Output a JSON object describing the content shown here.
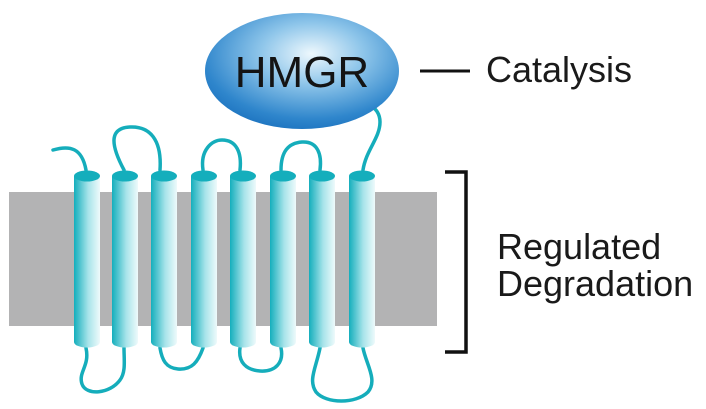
{
  "diagram": {
    "enzyme_label": "HMGR",
    "catalysis_label": "Catalysis",
    "degradation_label_line1": "Regulated",
    "degradation_label_line2": "Degradation",
    "helix_count": 8,
    "colors": {
      "membrane": "#b3b3b4",
      "helix_edge": "#14aebc",
      "helix_light": "#eefafb",
      "loop": "#15adbb",
      "enzyme_light": "#e9f5fb",
      "enzyme_dark": "#1268b8",
      "line": "#111111"
    }
  }
}
